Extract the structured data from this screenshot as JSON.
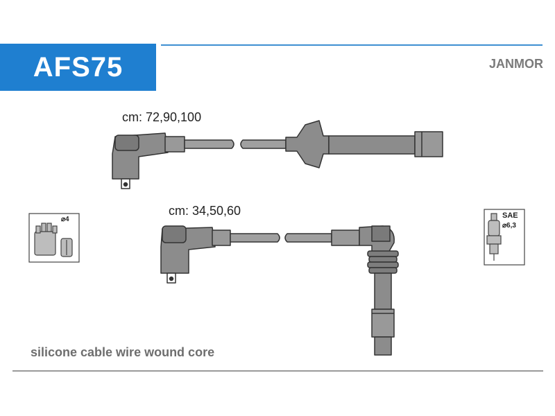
{
  "header": {
    "part_number": "AFS75",
    "brand": "JANMOR"
  },
  "leads": [
    {
      "length_label": "cm: 72,90,100"
    },
    {
      "length_label": "cm: 34,50,60"
    }
  ],
  "icons": {
    "distributor": {
      "diameter_label": "⌀4"
    },
    "spark_plug": {
      "standard_label": "SAE",
      "diameter_label": "⌀6,3"
    }
  },
  "footer": {
    "description": "silicone cable wire wound core"
  },
  "colors": {
    "accent": "#1f7fd0",
    "part_fill": "#8c8c8c",
    "outline": "#333333"
  }
}
